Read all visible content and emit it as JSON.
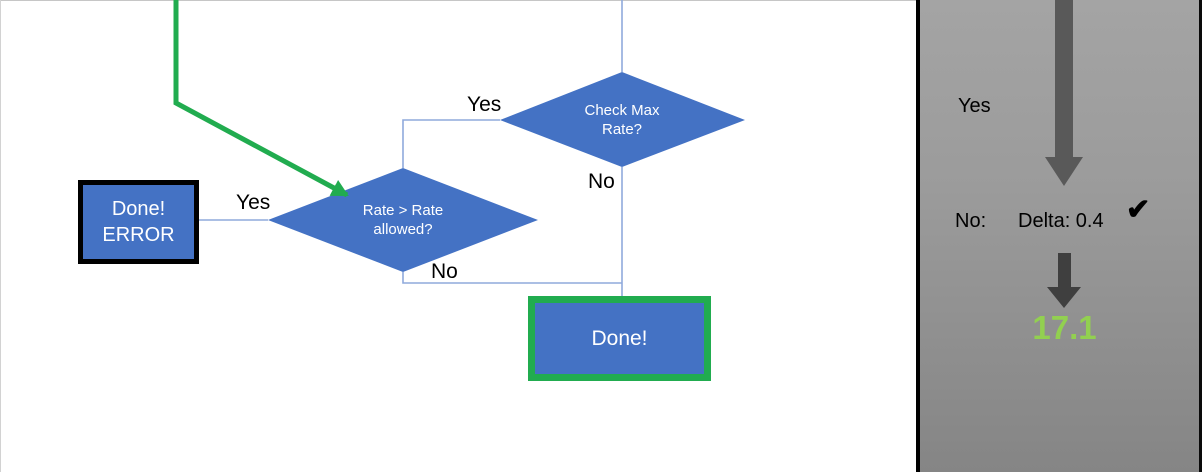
{
  "colors": {
    "shape_blue": "#4472c4",
    "connector_blue": "#8faadc",
    "accent_green": "#21ac4f",
    "result_green": "#92d050",
    "arrow_gray": "#595959",
    "panel_gray_top": "#a4a4a4",
    "panel_gray_bottom": "#858585"
  },
  "flowchart": {
    "decision_check_max_rate": {
      "line1": "Check Max",
      "line2": "Rate?"
    },
    "decision_rate_allowed": {
      "line1": "Rate > Rate",
      "line2": "allowed?"
    },
    "box_done_error": {
      "line1": "Done!",
      "line2": "ERROR"
    },
    "box_done": {
      "label": "Done!"
    },
    "label_yes_mid": "Yes",
    "label_no_mid": "No",
    "label_yes_top": "Yes",
    "label_no_top": "No"
  },
  "panel": {
    "label_yes": "Yes",
    "label_no": "No:",
    "label_delta": "Delta: 0.4",
    "check_icon": "✔",
    "result_value": "17.1"
  }
}
